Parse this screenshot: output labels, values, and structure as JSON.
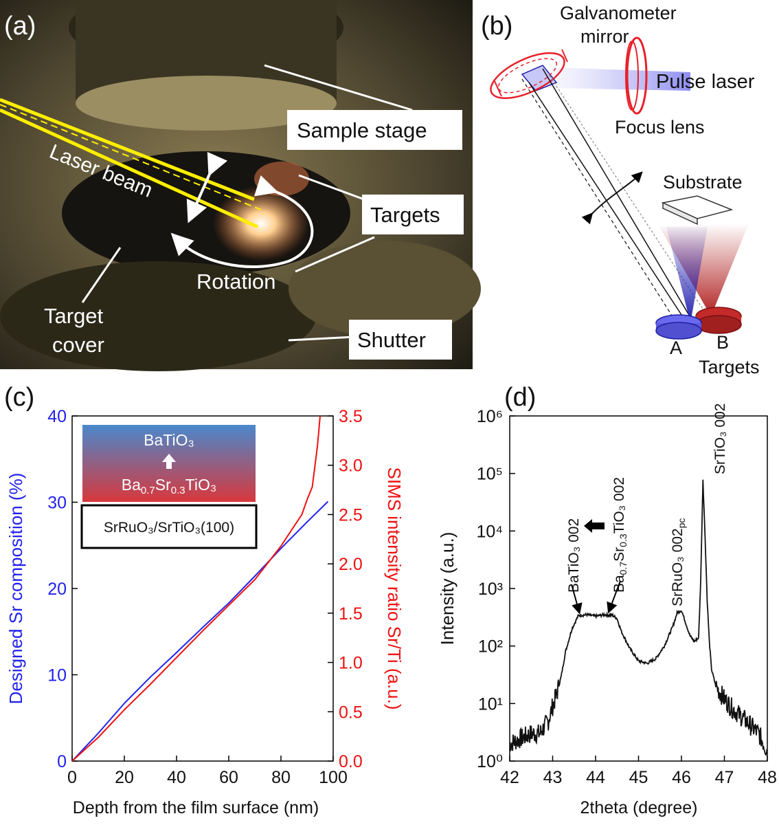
{
  "panel_a": {
    "letter": "(a)",
    "labels": {
      "sample_stage": "Sample stage",
      "targets": "Targets",
      "shutter": "Shutter",
      "laser_beam": "Laser beam",
      "rotation": "Rotation",
      "target_cover_1": "Target",
      "target_cover_2": "cover"
    }
  },
  "panel_b": {
    "letter": "(b)",
    "labels": {
      "galvanometer_1": "Galvanometer",
      "galvanometer_2": "mirror",
      "pulse_laser": "Pulse laser",
      "focus_lens": "Focus lens",
      "substrate": "Substrate",
      "target_a": "A",
      "target_b": "B",
      "targets": "Targets"
    },
    "colors": {
      "laser": "#9c9cf4",
      "mirror": "#e8202a",
      "target_a": "#6a6af0",
      "target_b": "#c42a2a"
    }
  },
  "panel_c": {
    "letter": "(c)",
    "inset": {
      "top": "BaTiO₃",
      "bottom_pre": "Ba",
      "bottom_sub1": "0.7",
      "bottom_mid": "Sr",
      "bottom_sub2": "0.3",
      "bottom_post": "TiO₃",
      "box": "SrRuO₃/SrTiO₃(100)"
    }
  },
  "panel_d": {
    "letter": "(d)",
    "annotations": {
      "batio3": "BaTiO₃ 002",
      "bsto_1": "Ba",
      "bsto_s1": "0.7",
      "bsto_2": "Sr",
      "bsto_s2": "0.3",
      "bsto_3": "TiO₃ 002",
      "srruo3": "SrRuO₃ 002",
      "srruo3_sub": "pc",
      "srtio3": "SrTiO₃ 002"
    }
  },
  "chart_data": [
    {
      "panel": "c",
      "type": "line",
      "xlabel": "Depth from the film surface (nm)",
      "ylabel_left": "Designed Sr composition (%)",
      "ylabel_right": "SIMS intensity ratio Sr/Ti (a.u.)",
      "xlim": [
        0,
        100
      ],
      "ylim_left": [
        0,
        40
      ],
      "ylim_right": [
        0,
        3.5
      ],
      "xticks": [
        "0",
        "20",
        "40",
        "60",
        "80",
        "100"
      ],
      "yticks_left": [
        "0",
        "10",
        "20",
        "30",
        "40"
      ],
      "yticks_right": [
        "0.0",
        "0.5",
        "1.0",
        "1.5",
        "2.0",
        "2.5",
        "3.0",
        "3.5"
      ],
      "series": [
        {
          "axis": "left",
          "color": "#2222ee",
          "x": [
            0,
            10,
            20,
            30,
            40,
            50,
            60,
            70,
            80,
            90,
            98
          ],
          "y": [
            0,
            3.3,
            6.6,
            9.8,
            12.6,
            15.4,
            18.4,
            21.4,
            24.6,
            27.8,
            30
          ]
        },
        {
          "axis": "right",
          "color": "#ee1111",
          "x": [
            0,
            10,
            20,
            30,
            40,
            50,
            60,
            70,
            80,
            85,
            88,
            90,
            92,
            94,
            95
          ],
          "y": [
            0,
            0.24,
            0.52,
            0.78,
            1.05,
            1.32,
            1.58,
            1.84,
            2.18,
            2.38,
            2.5,
            2.65,
            2.78,
            3.2,
            3.5
          ]
        }
      ]
    },
    {
      "panel": "d",
      "type": "line",
      "xlabel": "2theta (degree)",
      "ylabel": "Intensity (a.u.)",
      "xlim": [
        42,
        48
      ],
      "ylim": [
        1,
        1000000
      ],
      "yscale": "log",
      "xticks": [
        "42",
        "43",
        "44",
        "45",
        "46",
        "47",
        "48"
      ],
      "yticks": [
        "10⁰",
        "10¹",
        "10²",
        "10³",
        "10⁴",
        "10⁵",
        "10⁶"
      ],
      "series": [
        {
          "color": "#111111",
          "x": [
            42.0,
            42.5,
            42.7,
            42.9,
            43.0,
            43.1,
            43.2,
            43.3,
            43.45,
            43.6,
            43.8,
            44.0,
            44.2,
            44.4,
            44.5,
            44.6,
            44.8,
            45.0,
            45.2,
            45.4,
            45.6,
            45.8,
            45.9,
            46.0,
            46.1,
            46.2,
            46.3,
            46.4,
            46.45,
            46.5,
            46.55,
            46.6,
            46.65,
            46.7,
            46.8,
            47.0,
            47.2,
            47.5,
            47.8,
            48.0
          ],
          "y": [
            2,
            3,
            3,
            5,
            9,
            15,
            30,
            80,
            200,
            340,
            350,
            330,
            350,
            340,
            300,
            180,
            90,
            55,
            50,
            60,
            100,
            220,
            380,
            420,
            250,
            150,
            120,
            140,
            1500,
            80000,
            8000,
            600,
            120,
            40,
            20,
            12,
            8,
            5,
            3,
            1.5
          ]
        }
      ]
    }
  ]
}
